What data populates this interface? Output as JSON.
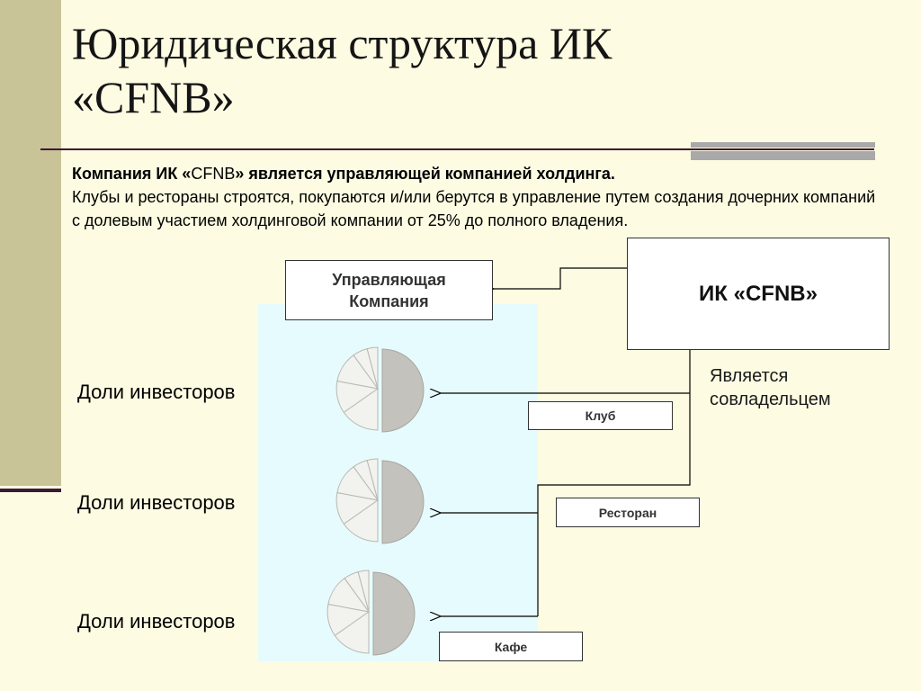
{
  "title": {
    "line1": "Юридическая структура  ИК",
    "line2": "«CFNB»"
  },
  "intro": {
    "bold_a": "Компания ИК «",
    "normal_a": "CFNB",
    "bold_b": "» является управляющей компанией холдинга.",
    "body": "Клубы и рестораны строятся, покупаются и/или берутся в управление путем создания дочерних компаний с долевым участием холдинговой компании от 25% до полного владения."
  },
  "management_company": {
    "line1": "Управляющая",
    "line2": "Компания"
  },
  "holding": "ИК «CFNB»",
  "co_owner": {
    "line1": "Является",
    "line2": "совладельцем"
  },
  "entities": [
    {
      "label": "Клуб",
      "investors_label": "Доли инвесторов"
    },
    {
      "label": "Ресторан",
      "investors_label": "Доли инвесторов"
    },
    {
      "label": "Кафе",
      "investors_label": "Доли инвесторов"
    }
  ],
  "colors": {
    "background": "#fdfbe2",
    "accent_bar": "#c9c497",
    "divider": "#3c1838",
    "panel": "#e6fbfd",
    "pie_main": "#c4c2bd",
    "pie_slice": "#f2f2ee"
  }
}
